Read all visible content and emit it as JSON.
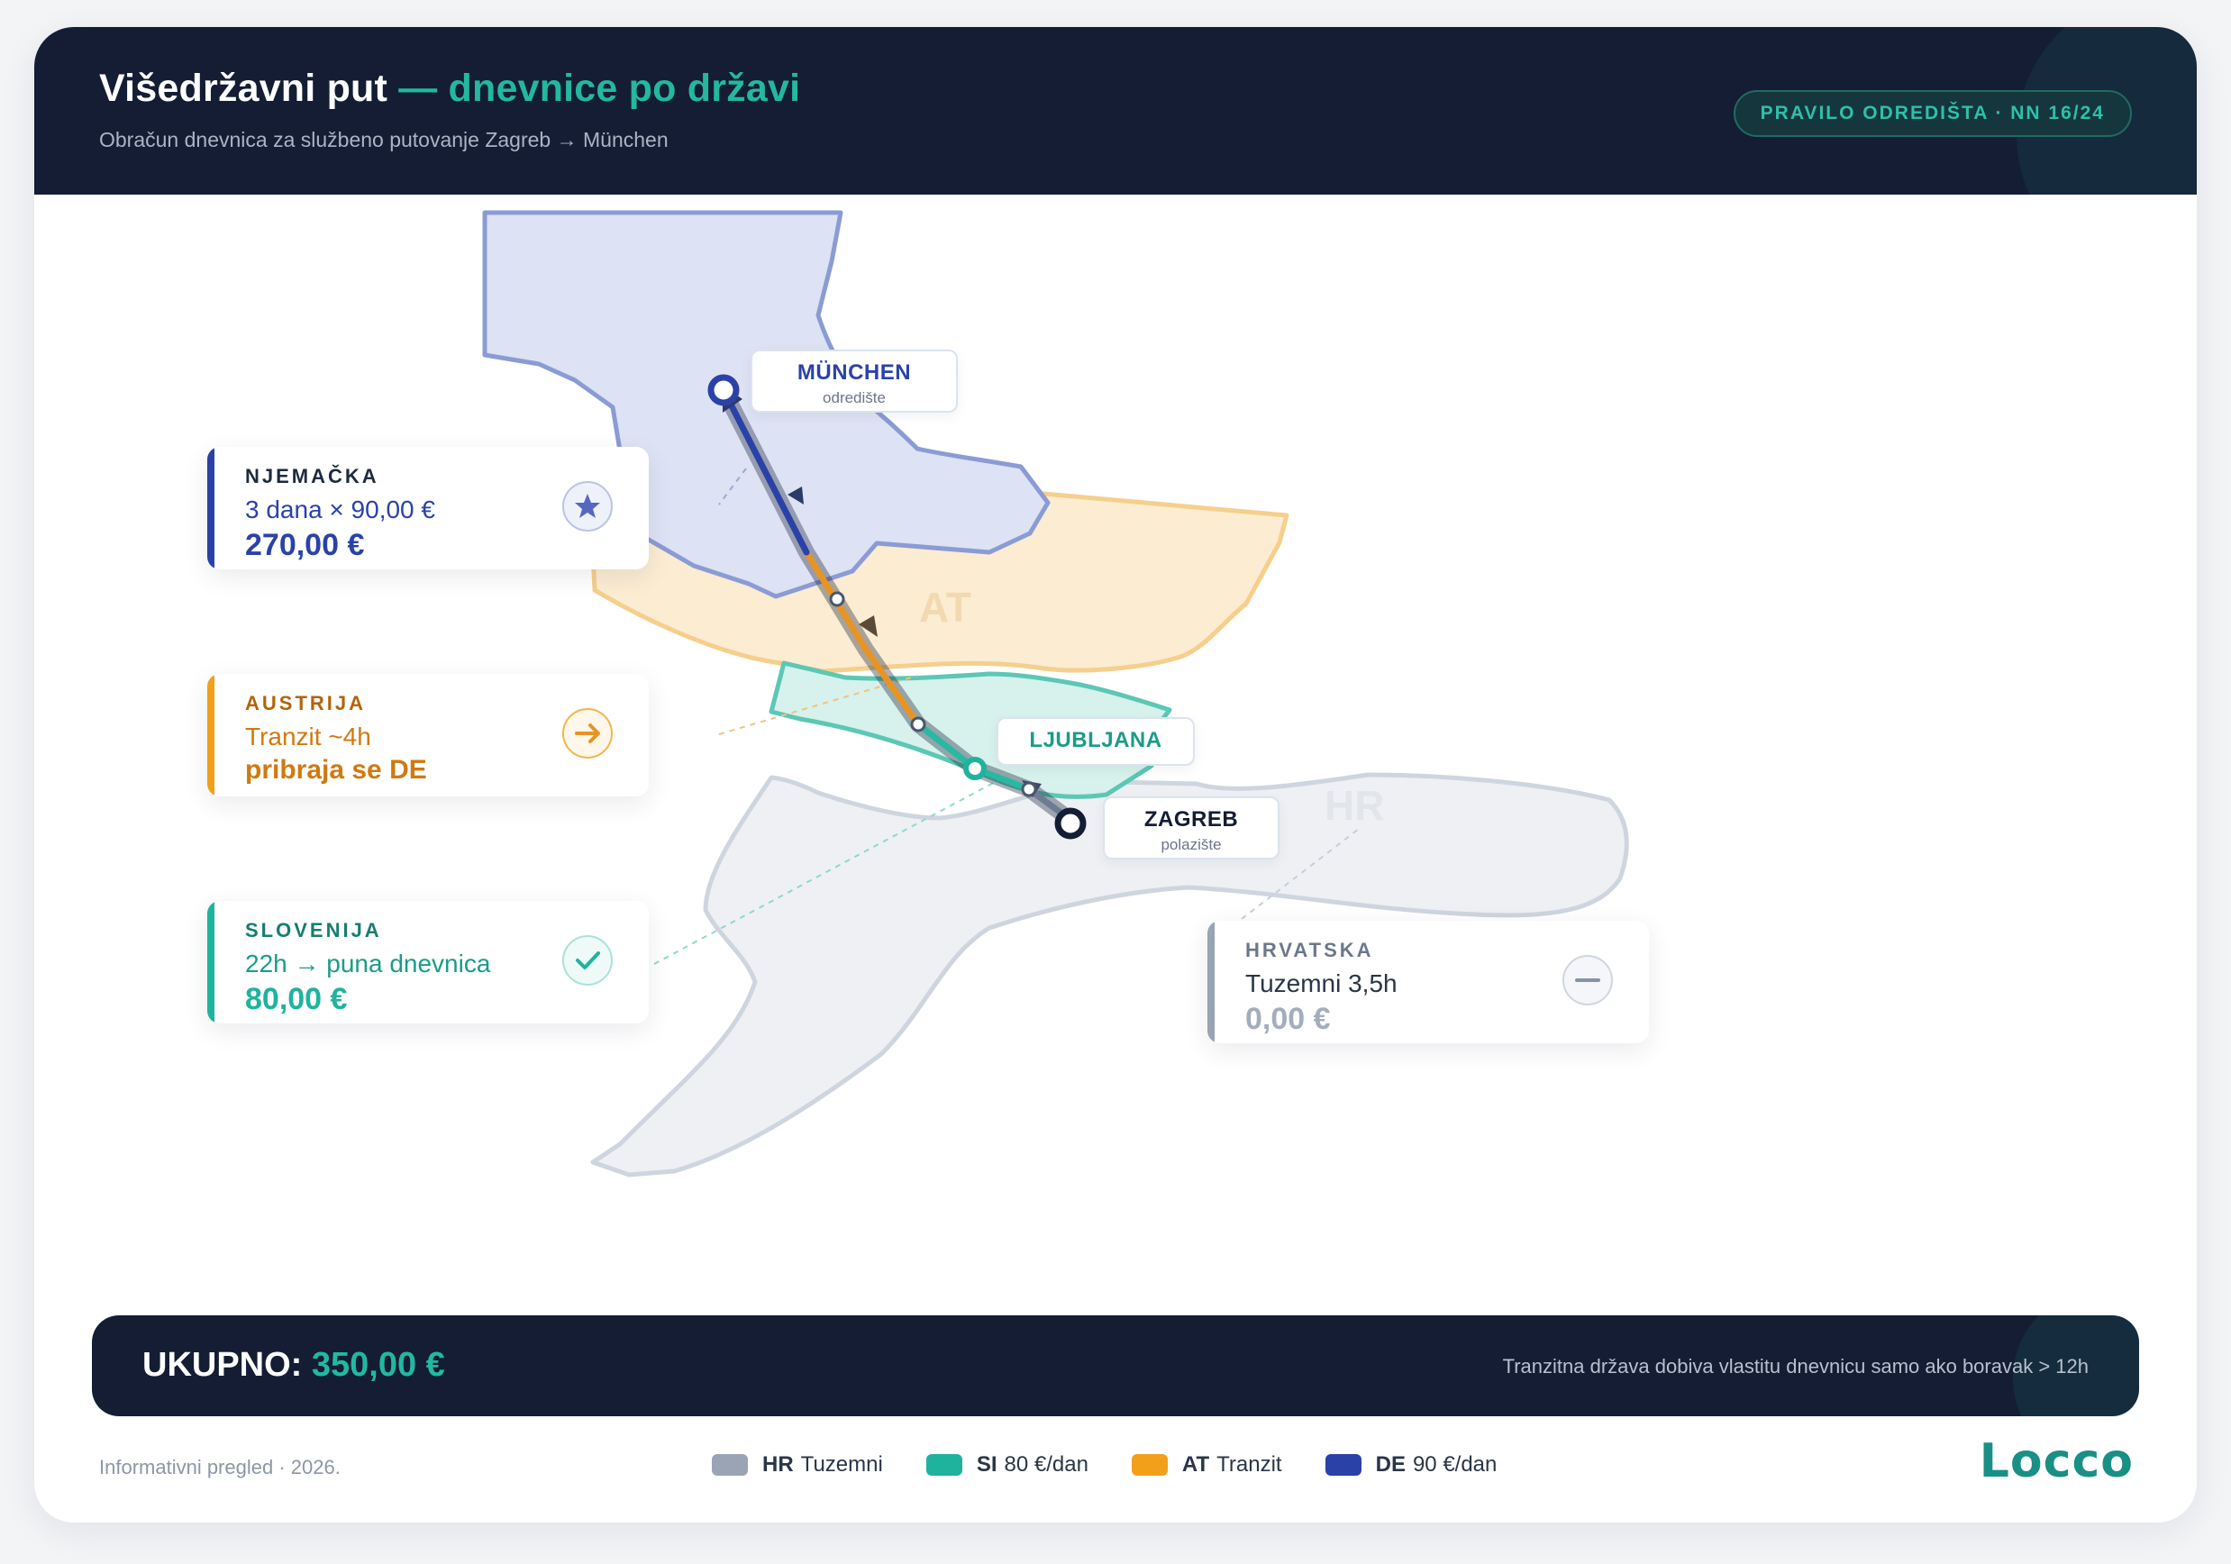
{
  "header": {
    "title_main": "Višedržavni put",
    "title_accent": "— dnevnice po državi",
    "subtitle": "Obračun dnevnica za službeno putovanje Zagreb → München",
    "rule_badge": "PRAVILO ODREDIŠTA · NN 16/24"
  },
  "map": {
    "country_codes": {
      "at": "AT",
      "hr": "HR"
    },
    "cities": {
      "munich": {
        "name": "MÜNCHEN",
        "role": "odredište"
      },
      "ljubljana": {
        "name": "LJUBLJANA"
      },
      "zagreb": {
        "name": "ZAGREB",
        "role": "polazište"
      }
    }
  },
  "countries": {
    "de": {
      "name": "NJEMAČKA",
      "line1": "3 dana × 90,00 €",
      "line2": "270,00 €",
      "color": "#2a42a8",
      "icon": "star-icon"
    },
    "at": {
      "name": "AUSTRIJA",
      "line1": "Tranzit ~4h",
      "line2": "pribraja se DE",
      "color": "#e08a12",
      "icon": "arrow-right-icon"
    },
    "si": {
      "name": "SLOVENIJA",
      "line1": "22h → puna dnevnica",
      "line2": "80,00 €",
      "color": "#1fb39d",
      "icon": "check-icon"
    },
    "hr": {
      "name": "HRVATSKA",
      "line1": "Tuzemni 3,5h",
      "line2": "0,00 €",
      "color": "#98a3b3",
      "icon": "minus-icon"
    }
  },
  "total": {
    "label": "UKUPNO:",
    "value": "350,00 €",
    "note": "Tranzitna država dobiva vlastitu dnevnicu samo ako boravak > 12h"
  },
  "footer": {
    "disclaimer": "Informativni pregled · 2026.",
    "legend": [
      {
        "code": "HR",
        "label": "Tuzemni",
        "color": "#9aa4b4"
      },
      {
        "code": "SI",
        "label": "80 €/dan",
        "color": "#1fb39d"
      },
      {
        "code": "AT",
        "label": "Tranzit",
        "color": "#f29f1a"
      },
      {
        "code": "DE",
        "label": "90 €/dan",
        "color": "#2a42a8"
      }
    ],
    "logo": "Locco"
  }
}
